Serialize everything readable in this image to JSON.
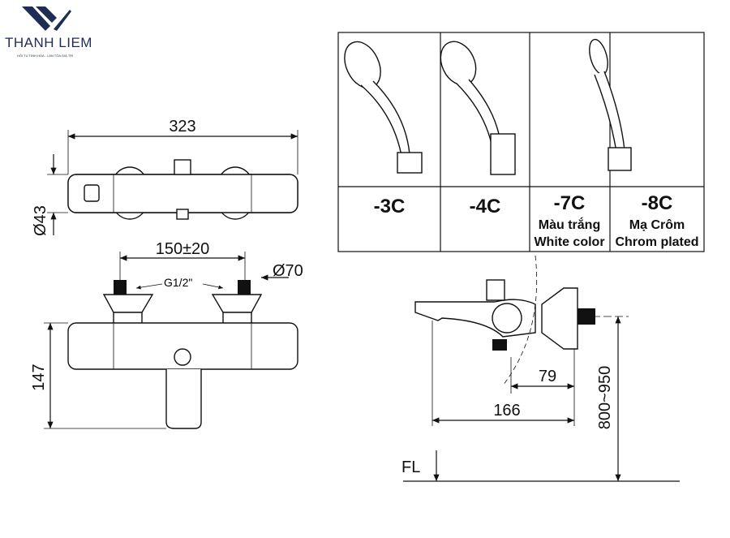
{
  "logo": {
    "name": "THANH LIEM",
    "tagline": "HỘI TỤ TINH HOA - LAN TỎA GIÁ TRỊ",
    "color": "#1f2d55"
  },
  "top_view": {
    "width_label": "323",
    "diameter_label": "Ø43"
  },
  "front_view": {
    "spacing_label": "150±20",
    "flange_label": "Ø70",
    "thread_label": "G1/2\"",
    "height_label": "147"
  },
  "side_view": {
    "spout_label": "166",
    "outlet_label": "79",
    "install_height_label": "800~950",
    "floor_label": "FL"
  },
  "variants": [
    {
      "code": "-3C",
      "line1": "",
      "line2": ""
    },
    {
      "code": "-4C",
      "line1": "",
      "line2": ""
    },
    {
      "code": "-7C",
      "line1": "Màu trắng",
      "line2": "White color"
    },
    {
      "code": "-8C",
      "line1": "Mạ Crôm",
      "line2": "Chrom plated"
    }
  ]
}
